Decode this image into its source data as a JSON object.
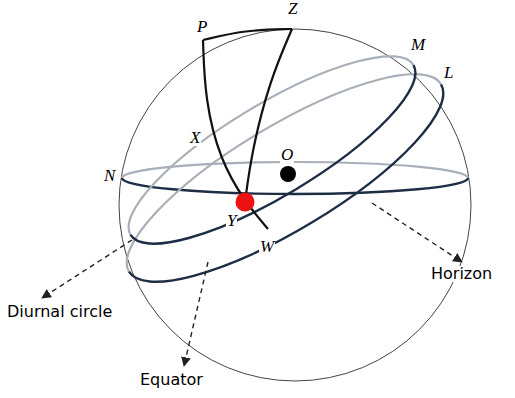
{
  "diagram": {
    "labels": [
      "P",
      "Z",
      "M",
      "L",
      "X",
      "O",
      "N",
      "Y",
      "W",
      "Diurnal circle",
      "Equator",
      "Horizon"
    ]
  }
}
